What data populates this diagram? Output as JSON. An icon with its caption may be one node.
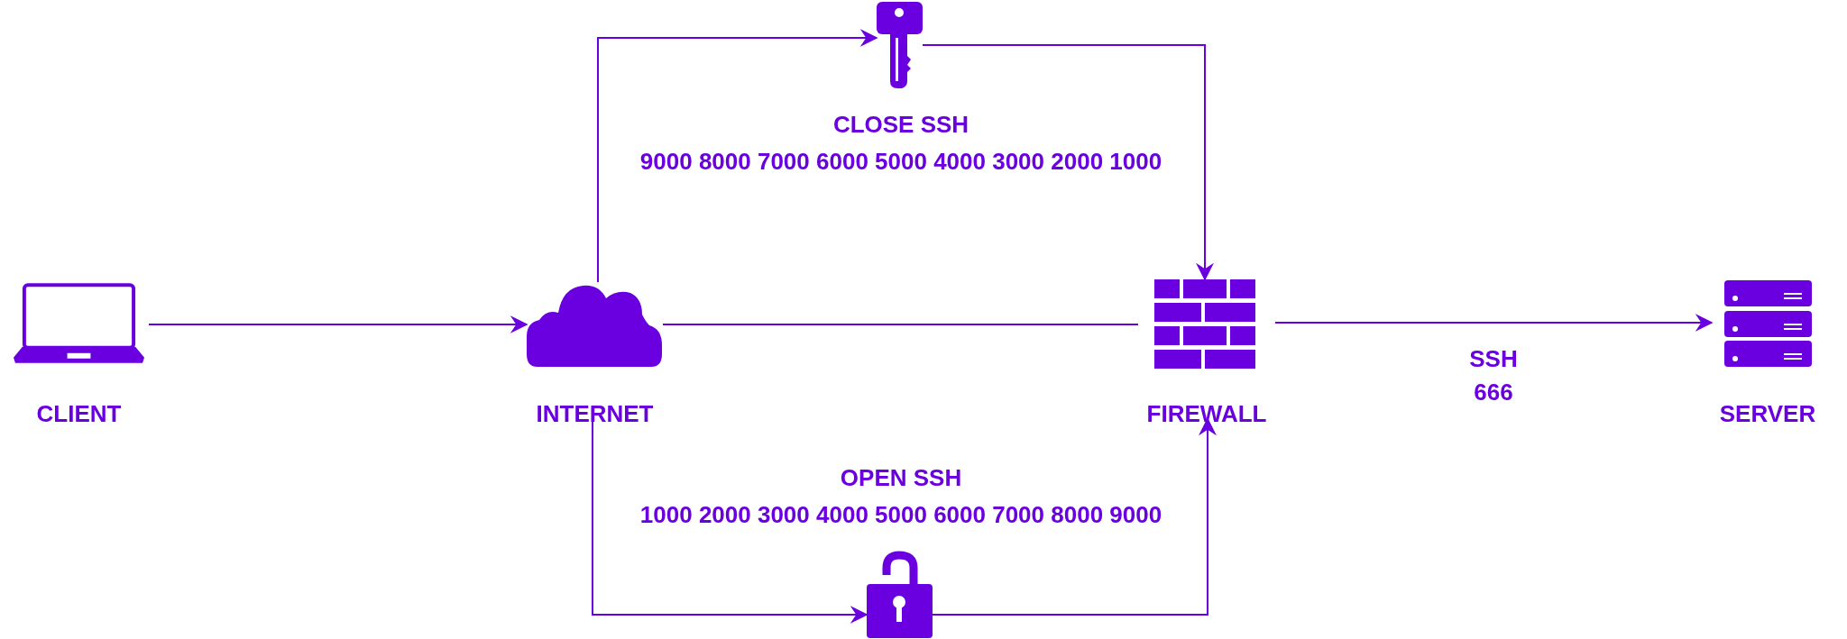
{
  "diagram": {
    "nodes": [
      {
        "text": [
          "CLIENT"
        ]
      },
      {
        "text": [
          "INTERNET"
        ]
      },
      {
        "text": [
          "FIREWALL"
        ]
      },
      {
        "text": [
          "SERVER"
        ]
      },
      {
        "text": [],
        "shape": "key"
      },
      {
        "text": [],
        "shape": "lock"
      }
    ],
    "edges": [
      {
        "from": 0,
        "to": 1,
        "arrow": "to"
      },
      {
        "from": 1,
        "to": 4,
        "arrow": "to"
      },
      {
        "from": 4,
        "to": 2,
        "arrow": "to"
      },
      {
        "from": 1,
        "to": 2,
        "arrow": "none"
      },
      {
        "from": 2,
        "to": 3,
        "arrow": "to",
        "label": "SSH 666"
      },
      {
        "from": 1,
        "to": 5,
        "arrow": "to"
      },
      {
        "from": 5,
        "to": 2,
        "arrow": "to"
      }
    ],
    "labels": [
      "CLOSE SSH",
      "9000 8000 7000 6000 5000 4000 3000 2000 1000",
      "OPEN SSH",
      "1000 2000 3000 4000 5000 6000 7000 8000 9000"
    ]
  }
}
